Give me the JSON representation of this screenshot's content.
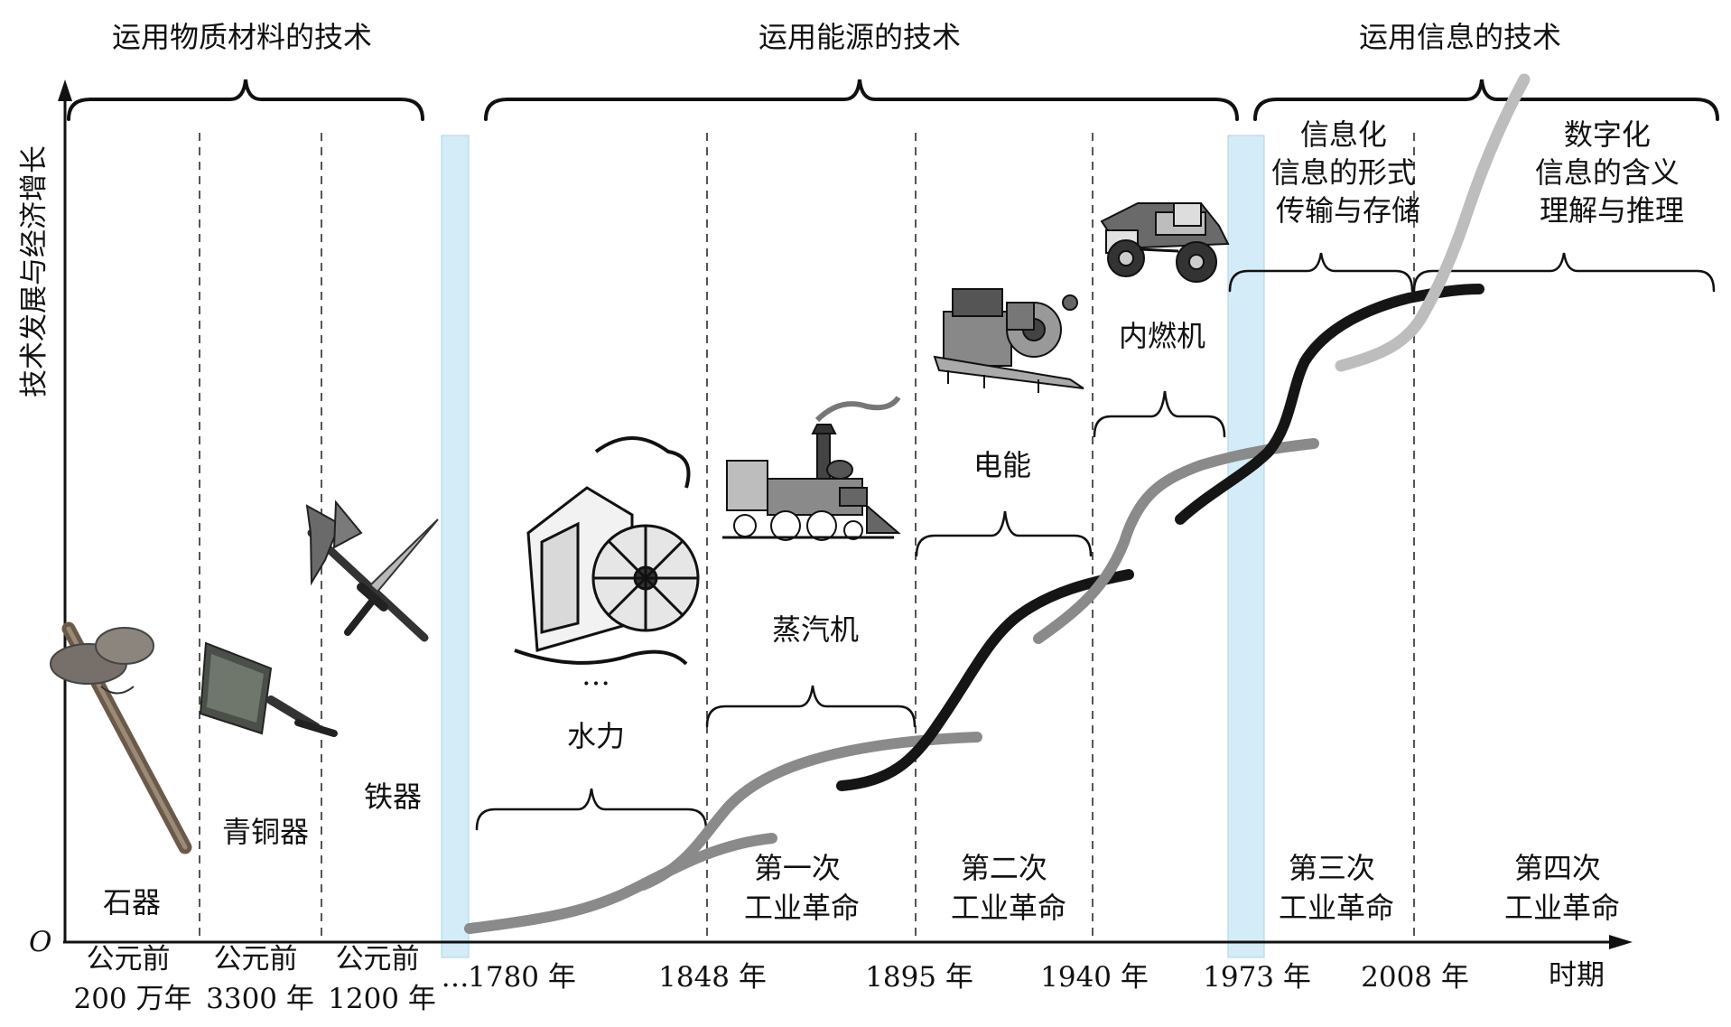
{
  "header": {
    "materials": "运用物质材料的技术",
    "energy": "运用能源的技术",
    "information": "运用信息的技术"
  },
  "axes": {
    "y_label": "技术发展与经济增长",
    "origin": "O",
    "x_label": "时期"
  },
  "eras_bottom": {
    "stone": "石器",
    "bronze": "青铜器",
    "iron": "铁器"
  },
  "bottom_dates": {
    "d1": [
      "公元前",
      "200 万年"
    ],
    "d2": [
      "公元前",
      "3300 年"
    ],
    "d3": [
      "公元前",
      "1200 年"
    ],
    "ellipsis": "…",
    "y1780": "1780 年",
    "y1848": "1848 年",
    "y1895": "1895 年",
    "y1940": "1940 年",
    "y1973": "1973 年",
    "y2008": "2008 年"
  },
  "energy_labels": {
    "water_dots": "…",
    "water": "水力",
    "steam": "蒸汽机",
    "electric": "电能",
    "combustion": "内燃机"
  },
  "revolutions": {
    "first": [
      "第一次",
      "工业革命"
    ],
    "second": [
      "第二次",
      "工业革命"
    ],
    "third": [
      "第三次",
      "工业革命"
    ],
    "fourth": [
      "第四次",
      "工业革命"
    ]
  },
  "info_labels": {
    "informatization": [
      "信息化",
      "信息的形式",
      "传输与存储"
    ],
    "digitization": [
      "数字化",
      "信息的含义",
      "理解与推理"
    ]
  },
  "colors": {
    "band": "#d4ecf7",
    "curve_dark": "#151515",
    "curve_gray": "#8a8a8a",
    "curve_light": "#bdbdbd"
  },
  "icons": [
    "stone-axe-icon",
    "bronze-tool-icon",
    "iron-weapons-icon",
    "water-wheel-icon",
    "steam-locomotive-icon",
    "electric-generator-icon",
    "motor-car-icon"
  ]
}
